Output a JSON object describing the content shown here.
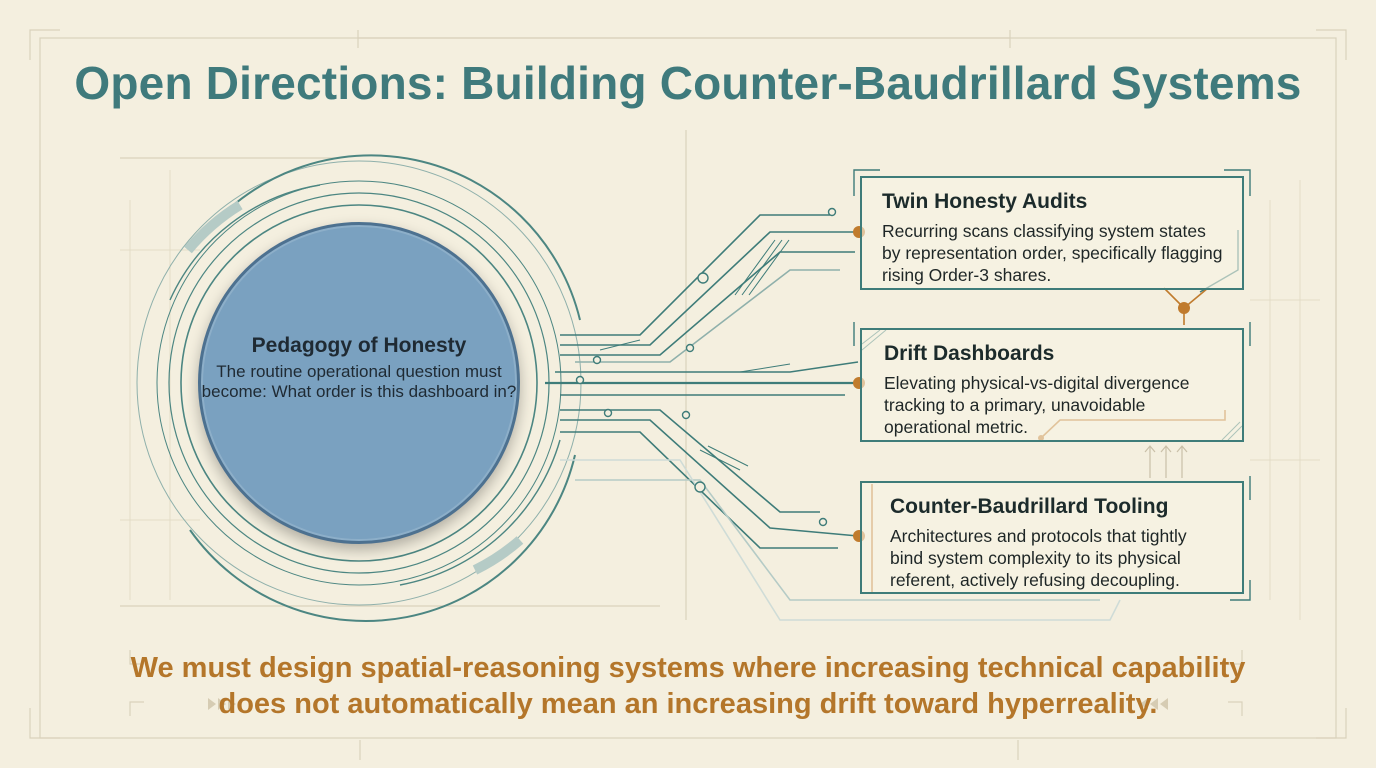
{
  "title": "Open Directions: Building Counter-Baudrillard Systems",
  "hub": {
    "title": "Pedagogy of Honesty",
    "body": "The routine operational question must become: What order is this dashboard in?"
  },
  "cards": [
    {
      "title": "Twin Honesty Audits",
      "body": "Recurring scans classifying system states by representation order, specifically flagging rising Order-3 shares."
    },
    {
      "title": "Drift Dashboards",
      "body": "Elevating physical-vs-digital divergence tracking to a primary, unavoidable operational metric."
    },
    {
      "title": "Counter-Baudrillard Tooling",
      "body": "Architectures and protocols that tightly bind system complexity to its physical referent, actively refusing decoupling."
    }
  ],
  "footer": {
    "line1": "We must design spatial-reasoning systems where increasing technical capability",
    "line2": "does not automatically mean an increasing drift toward hyperreality."
  },
  "colors": {
    "background": "#f4efdf",
    "title": "#3f7a7c",
    "teal_line": "#3e7c79",
    "hub_fill": "#7aa1c0",
    "accent_orange": "#b4762a"
  }
}
